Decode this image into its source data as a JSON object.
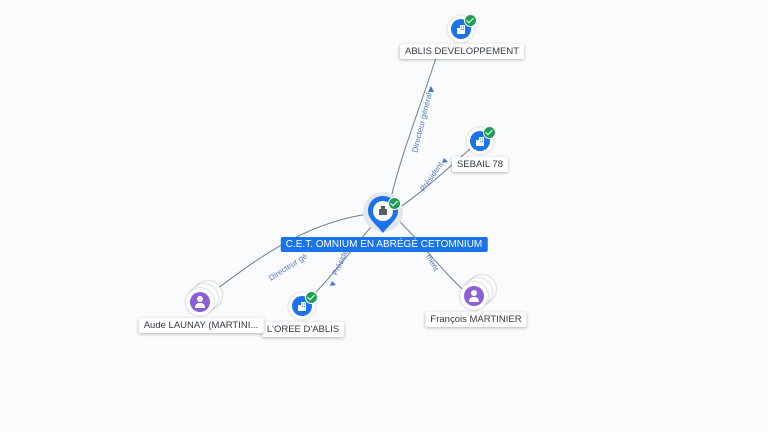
{
  "graph": {
    "center": {
      "label": "C.E.T. OMNIUM EN ABRÉGÉ CETOMNIUM",
      "icon": "building-icon"
    },
    "nodes": [
      {
        "id": "ablis",
        "label": "ABLIS DEVELOPPEMENT",
        "type": "company",
        "verified": true
      },
      {
        "id": "sebail",
        "label": "SEBAIL 78",
        "type": "company",
        "verified": true
      },
      {
        "id": "oree",
        "label": "L'OREE D'ABLIS",
        "type": "company",
        "verified": true
      },
      {
        "id": "aude",
        "label": "Aude LAUNAY (MARTINI...",
        "type": "person"
      },
      {
        "id": "francois",
        "label": "François MARTINIER",
        "type": "person"
      }
    ],
    "edges": [
      {
        "label": "Directeur général",
        "to": "ablis"
      },
      {
        "label": "Président",
        "to": "sebail"
      },
      {
        "label": "Président",
        "to": "oree"
      },
      {
        "label": "Directeur gé",
        "to": "aude"
      },
      {
        "label": "ment",
        "to": "francois"
      }
    ],
    "colors": {
      "company": "#1a73e8",
      "person": "#8c5fd6",
      "verified": "#1f9d55",
      "edge": "#6b7f96",
      "edge_label": "#5a78c8"
    }
  }
}
